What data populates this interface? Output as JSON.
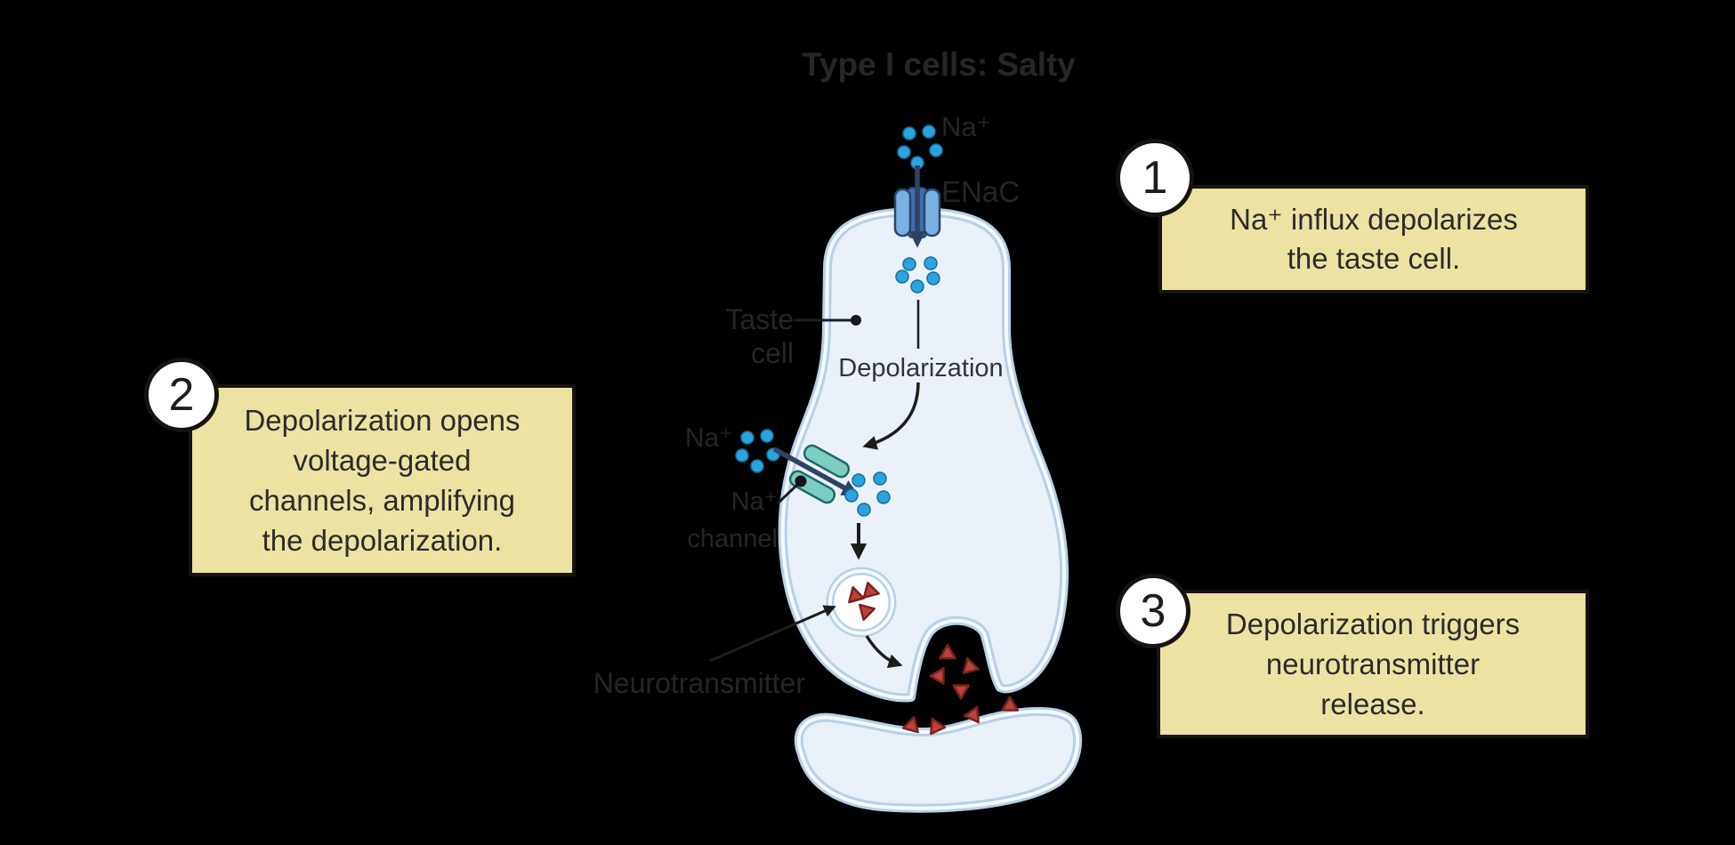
{
  "title": "Type I cells: Salty",
  "labels": {
    "na_extracellular": "Na⁺",
    "enac": "ENaC",
    "taste_cell_line1": "Taste",
    "taste_cell_line2": "cell",
    "depolarization": "Depolarization",
    "na_mid": "Na⁺",
    "na_channel_line1": "Na⁺",
    "na_channel_line2": "channel",
    "neurotransmitter": "Neurotransmitter"
  },
  "steps": [
    {
      "number": "1",
      "lines": [
        "Na⁺ influx depolarizes",
        "the taste cell."
      ]
    },
    {
      "number": "2",
      "lines": [
        "Depolarization opens",
        "voltage-gated",
        "channels, amplifying",
        "the depolarization."
      ]
    },
    {
      "number": "3",
      "lines": [
        "Depolarization triggers",
        "neurotransmitter",
        "release."
      ]
    }
  ],
  "colors": {
    "background": "#000000",
    "cell_fill": "#ebf1f9",
    "membrane": "#b7d0ea",
    "membrane_inner": "#f6fafd",
    "callout_fill": "#ece3a2",
    "callout_border": "#17140f",
    "callout_text": "#2b2b2b",
    "label_text": "#262626",
    "ion_blue": "#2ba4de",
    "channel_blue": "#7ab0e2",
    "channel_blue_dark": "#3f6fae",
    "channel_teal": "#7ecdc3",
    "neurotransmitter_red": "#bf4138",
    "arrow_dark": "#1c1c1c",
    "arrow_navy": "#2e4266"
  }
}
